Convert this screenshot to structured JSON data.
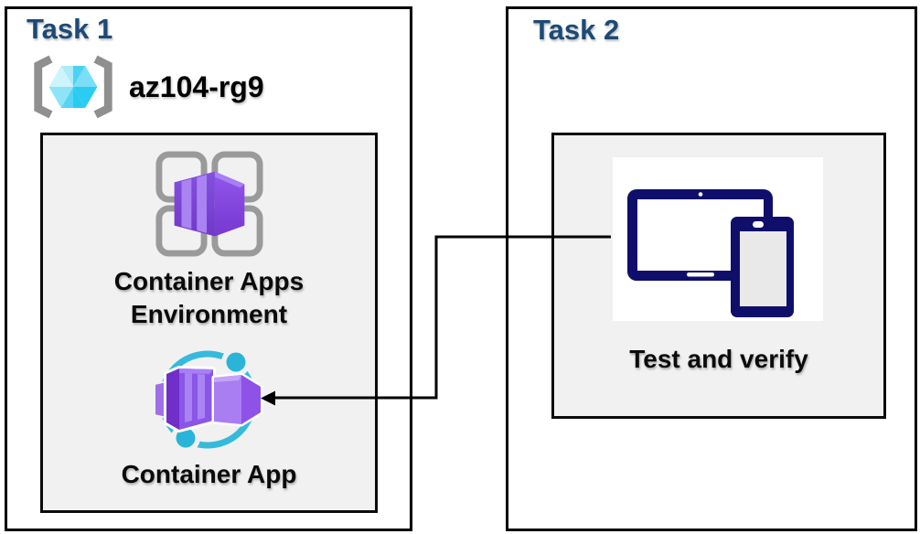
{
  "task1": {
    "title": "Task 1",
    "resource_group": {
      "label": "az104-rg9",
      "icon": "resource-group-icon"
    },
    "nodes": [
      {
        "label": "Container Apps Environment",
        "icon": "container-apps-environment-icon"
      },
      {
        "label": "Container App",
        "icon": "container-app-icon"
      }
    ]
  },
  "task2": {
    "title": "Task 2",
    "nodes": [
      {
        "label": "Test and verify",
        "icon": "devices-icon"
      }
    ]
  },
  "connector": {
    "type": "elbow-line",
    "from": "Test and verify",
    "to": "Container App",
    "arrowhead": "left-pointing-into-container-app"
  },
  "colors": {
    "title_blue": "#1c4a75",
    "box_border": "#000000",
    "inner_box_bg": "#f1f1f1",
    "label_text": "#0b0b0b",
    "purple_front": "#8a55e8",
    "purple_side": "#7435d2",
    "purple_stripe": "#a983f2",
    "purple_light": "#a97ef2",
    "cyan_ring": "#35badc",
    "cube_cyan": "#4ad2f3",
    "bracket_gray": "#8f8f8f",
    "frame_gray": "#9a9a9a",
    "device_navy": "#0f0f6b",
    "device_screen_gray": "#e9e9e9",
    "arrow_black": "#000000"
  }
}
